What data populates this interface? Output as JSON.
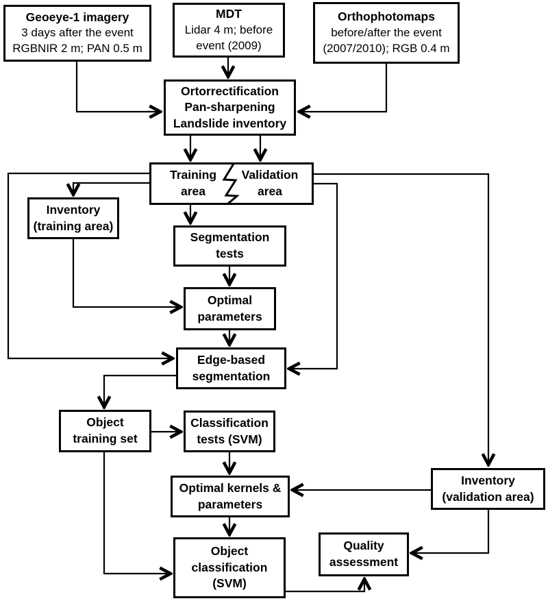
{
  "colors": {
    "background": "#ffffff",
    "line": "#000000",
    "box_border": "#000000",
    "text": "#000000"
  },
  "boxes": {
    "geoeye": {
      "title": "Geoeye-1 imagery",
      "line2": "3 days after the event",
      "line3": "RGBNIR 2 m; PAN 0.5 m"
    },
    "mdt": {
      "title": "MDT",
      "line2": "Lidar 4 m; before",
      "line3": "event (2009)"
    },
    "ortho": {
      "title": "Orthophotomaps",
      "line2": "before/after the event",
      "line3": "(2007/2010); RGB 0.4 m"
    },
    "ortorrect": {
      "line1": "Ortorrectification",
      "line2": "Pan-sharpening",
      "line3": "Landslide inventory"
    },
    "training_area": {
      "line1": "Training",
      "line2": "area"
    },
    "validation_area": {
      "line1": "Validation",
      "line2": "area"
    },
    "inventory_training": {
      "line1": "Inventory",
      "line2": "(training area)"
    },
    "segmentation_tests": {
      "line1": "Segmentation",
      "line2": "tests"
    },
    "optimal_parameters": {
      "line1": "Optimal",
      "line2": "parameters"
    },
    "edge_segmentation": {
      "line1": "Edge-based",
      "line2": "segmentation"
    },
    "object_training": {
      "line1": "Object",
      "line2": "training set"
    },
    "classification_tests": {
      "line1": "Classification",
      "line2": "tests (SVM)"
    },
    "optimal_kernels": {
      "line1": "Optimal kernels &",
      "line2": "parameters"
    },
    "object_classification": {
      "line1": "Object",
      "line2": "classification",
      "line3": "(SVM)"
    },
    "inventory_validation": {
      "line1": "Inventory",
      "line2": "(validation area)"
    },
    "quality_assessment": {
      "line1": "Quality",
      "line2": "assessment"
    }
  }
}
